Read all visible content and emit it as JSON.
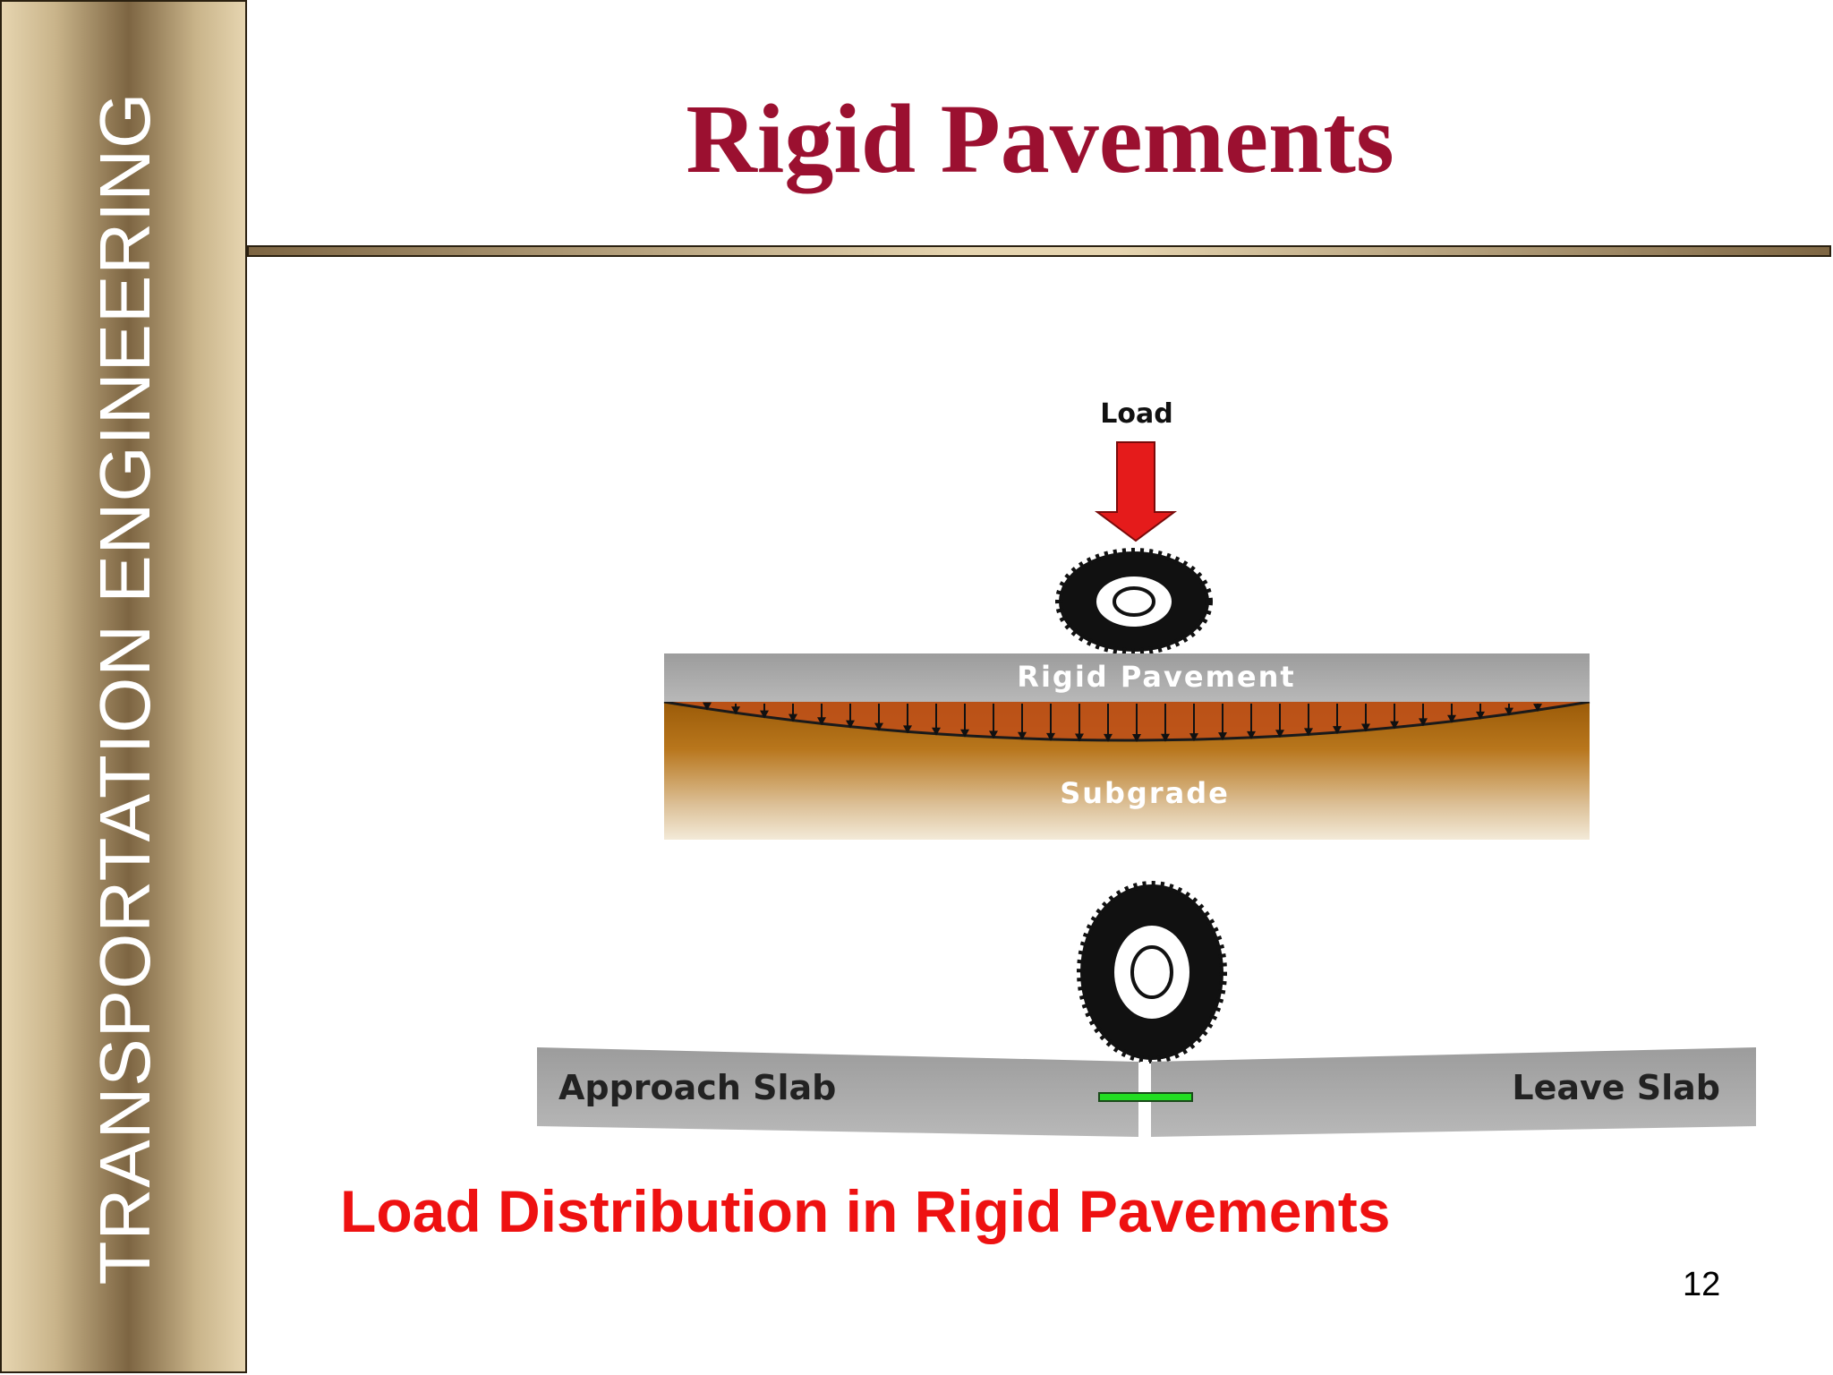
{
  "sidebar": {
    "label": "TRANSPORTATION ENGINEERING"
  },
  "slide": {
    "title": "Rigid Pavements",
    "caption": "Load Distribution in Rigid Pavements",
    "page_number": "12"
  },
  "diagram": {
    "load_label": "Load",
    "pavement_label": "Rigid Pavement",
    "subgrade_label": "Subgrade",
    "approach_slab_label": "Approach Slab",
    "leave_slab_label": "Leave Slab"
  },
  "colors": {
    "title": "#9b1030",
    "caption": "#ee1111",
    "load_arrow": "#e51b1b",
    "pavement": "#a3a3a3",
    "subgrade": "#b06a10",
    "joint_marker": "#22dd22"
  }
}
